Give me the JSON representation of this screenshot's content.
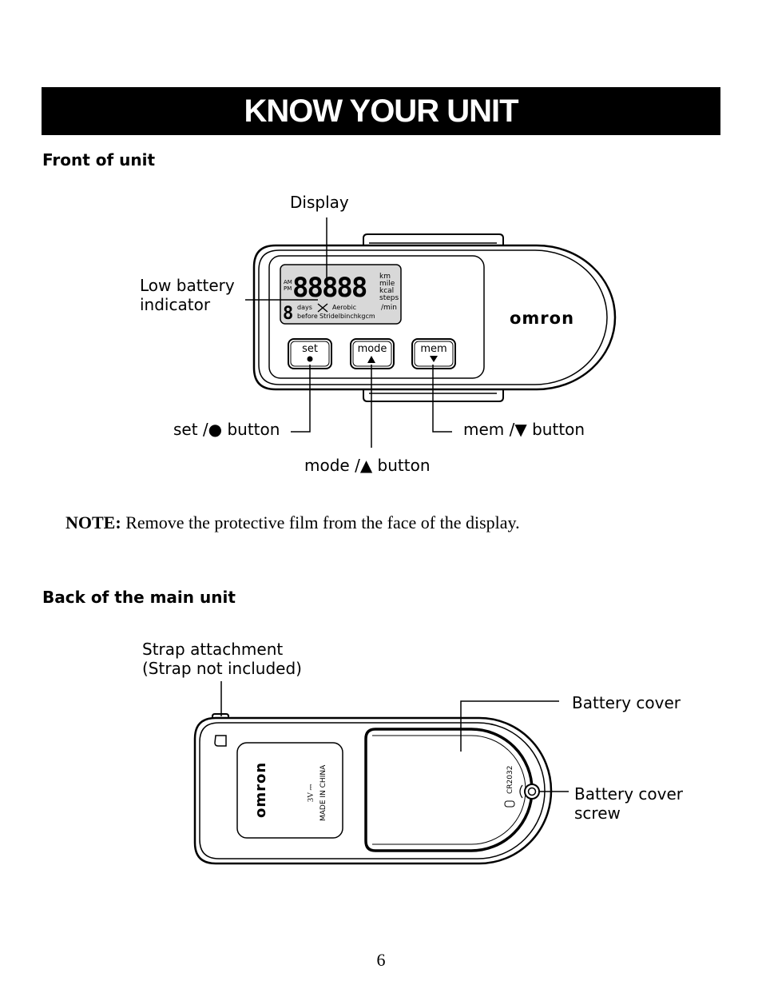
{
  "page": {
    "title": "KNOW YOUR UNIT",
    "page_number": "6"
  },
  "front": {
    "heading": "Front of unit",
    "labels": {
      "display": "Display",
      "low_battery_1": "Low battery",
      "low_battery_2": "indicator",
      "set_button": "set /● button",
      "mode_button": "mode /▲ button",
      "mem_button": "mem /▼ button"
    },
    "device": {
      "brand": "omron",
      "lcd_digits": "88888",
      "lcd_am": "AM",
      "lcd_pm": "PM",
      "lcd_km": "km",
      "lcd_mile": "mile",
      "lcd_kcal": "kcal",
      "lcd_steps": "steps",
      "lcd_min": "/min",
      "lcd_days": "days",
      "lcd_before": "before",
      "lcd_aerobic": "Aerobic",
      "lcd_stride_units": "Stridelbinchkgcm",
      "lcd_small_digit": "8",
      "btn_set": "set",
      "btn_mode": "mode",
      "btn_mem": "mem"
    }
  },
  "note": {
    "bold": "NOTE:",
    "text": " Remove the protective film from the face of the display."
  },
  "back": {
    "heading": "Back of the main unit",
    "labels": {
      "strap_1": "Strap attachment",
      "strap_2": "(Strap not included)",
      "battery_cover": "Battery cover",
      "battery_screw_1": "Battery cover",
      "battery_screw_2": "screw"
    },
    "device": {
      "brand": "omron",
      "voltage": "3V ⎓",
      "origin": "MADE IN CHINA",
      "battery_type": "CR2032"
    }
  }
}
